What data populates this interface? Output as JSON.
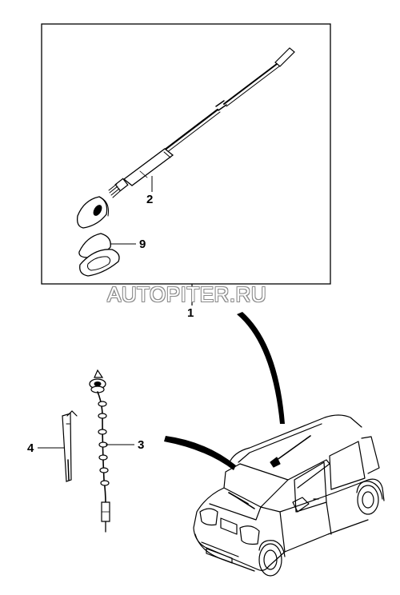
{
  "callouts": {
    "assembly": "1",
    "mast": "2",
    "cable": "3",
    "tool": "4",
    "gasket": "9"
  },
  "watermark": "AUTOPITER.RU",
  "colors": {
    "line": "#000000",
    "background": "#ffffff",
    "watermark_outline": "#8a8a8a"
  }
}
